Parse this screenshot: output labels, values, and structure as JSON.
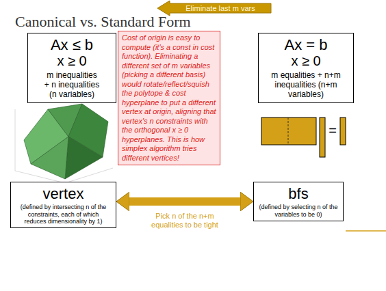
{
  "diagram": {
    "title": "Canonical vs. Standard Form",
    "nodes": [
      {
        "text": [
          "Ax ≤ b",
          "x ≥ 0",
          "m inequalities + n inequalities (n variables)"
        ]
      },
      {
        "text": [
          "Cost of origin is easy to compute (it's a const in cost function).  Eliminating a different set of m variables (picking a different basis) would rotate/reflect/squish the polytope & cost hyperplane to put a different vertex at origin, aligning that vertex's n constraints with the orthogonal x ≥ 0 hyperplanes.  This is how simplex algorithm tries different vertices!"
        ]
      },
      {
        "text": [
          "Ax = b",
          "x ≥ 0",
          "m equalities + n+m inequalities (n+m variables)"
        ]
      },
      {
        "text": [
          "vertex",
          "(defined by intersecting n of the constraints, each of which reduces dimensionality by 1)"
        ]
      },
      {
        "text": [
          "bfs",
          "(defined by selecting n of the variables to be 0)"
        ]
      }
    ],
    "edges": [
      {
        "from": 3,
        "to": 4,
        "arrow": "both",
        "label": "Pick n of the n+m equalities to be tight"
      }
    ],
    "labels": [
      "Eliminate last m vars",
      "="
    ]
  }
}
